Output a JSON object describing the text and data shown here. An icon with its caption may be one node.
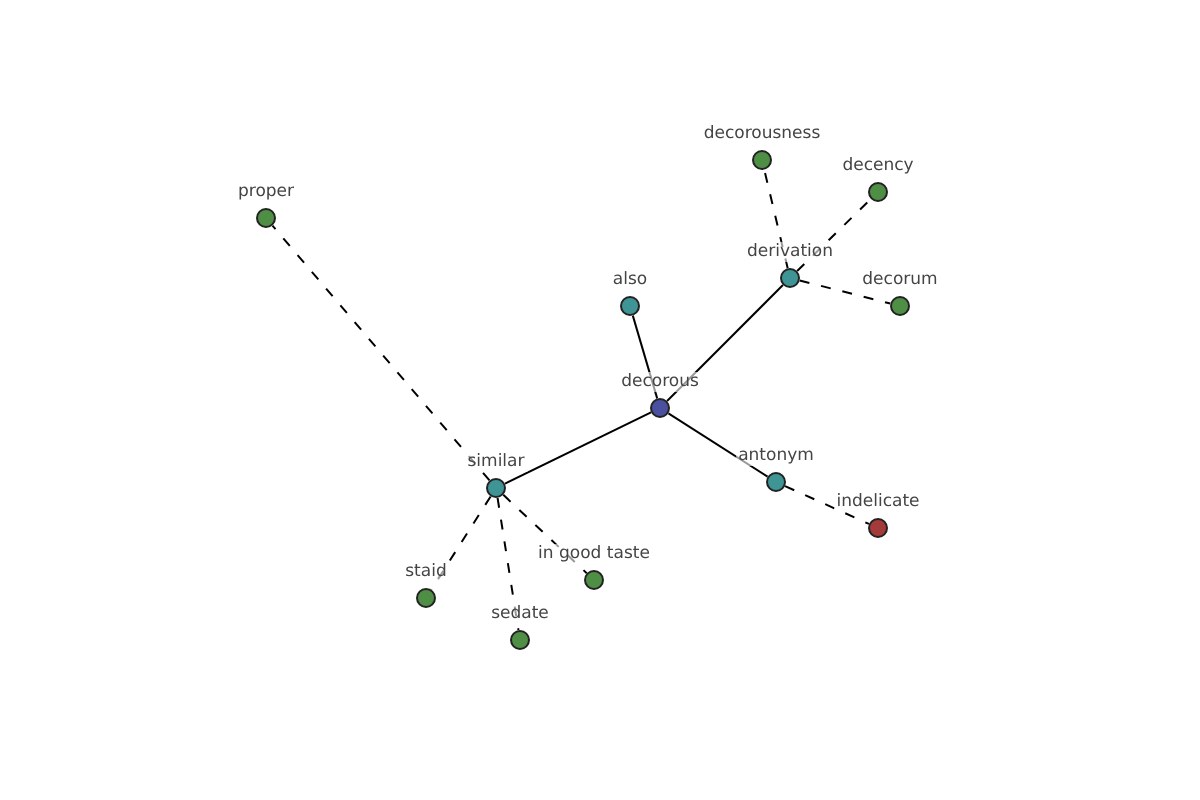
{
  "diagram": {
    "nodes": [
      {
        "text": [
          "decorousness"
        ]
      },
      {
        "text": [
          "decency"
        ]
      },
      {
        "text": [
          "proper"
        ]
      },
      {
        "text": [
          "derivation"
        ]
      },
      {
        "text": [
          "also"
        ]
      },
      {
        "text": [
          "decorum"
        ]
      },
      {
        "text": [
          "decorous"
        ]
      },
      {
        "text": [
          "similar"
        ]
      },
      {
        "text": [
          "antonym"
        ]
      },
      {
        "text": [
          "indelicate"
        ]
      },
      {
        "text": [
          "in good taste"
        ]
      },
      {
        "text": [
          "staid"
        ]
      },
      {
        "text": [
          "sedate"
        ]
      }
    ],
    "edges": [
      {
        "from": 6,
        "to": 4,
        "arrow": "none"
      },
      {
        "from": 6,
        "to": 3,
        "arrow": "none"
      },
      {
        "from": 6,
        "to": 7,
        "arrow": "none"
      },
      {
        "from": 6,
        "to": 8,
        "arrow": "none"
      },
      {
        "from": 3,
        "to": 0,
        "arrow": "none",
        "style": "dashed"
      },
      {
        "from": 3,
        "to": 1,
        "arrow": "none",
        "style": "dashed"
      },
      {
        "from": 3,
        "to": 5,
        "arrow": "none",
        "style": "dashed"
      },
      {
        "from": 7,
        "to": 2,
        "arrow": "none",
        "style": "dashed"
      },
      {
        "from": 7,
        "to": 10,
        "arrow": "none",
        "style": "dashed"
      },
      {
        "from": 7,
        "to": 11,
        "arrow": "none",
        "style": "dashed"
      },
      {
        "from": 7,
        "to": 12,
        "arrow": "none",
        "style": "dashed"
      },
      {
        "from": 8,
        "to": 9,
        "arrow": "none",
        "style": "dashed"
      }
    ]
  }
}
